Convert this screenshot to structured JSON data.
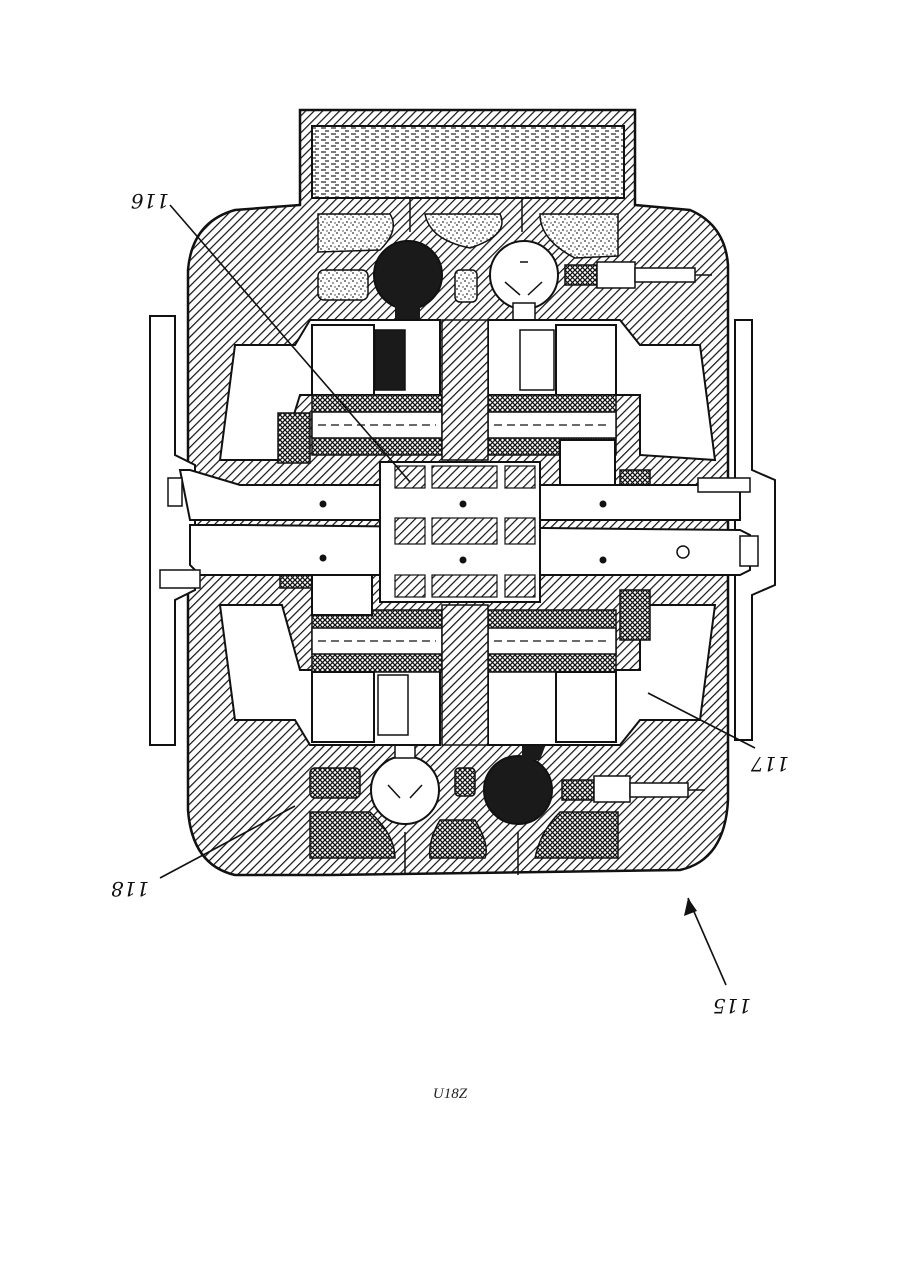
{
  "figure": {
    "reference_numerals": {
      "r115": "115",
      "r116": "116",
      "r117": "117",
      "r118": "118"
    },
    "page_code": "U18Z"
  }
}
